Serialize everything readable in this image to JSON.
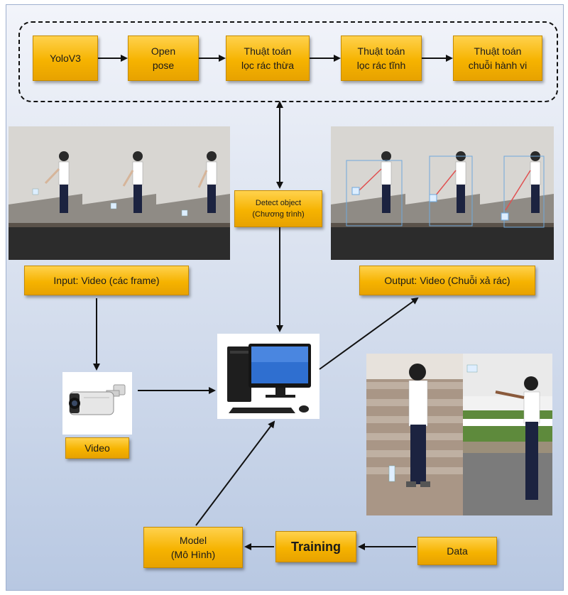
{
  "pipeline": {
    "yolo": "YoloV3",
    "openpose": "Open\npose",
    "filter_extra": "Thuật toán\nlọc rác thừa",
    "filter_static": "Thuật toán\nlọc rác tĩnh",
    "sequence": "Thuật toán\nchuỗi hành vi"
  },
  "detect": "Detect object\n(Chương trình)",
  "input_label": "Input: Video (các frame)",
  "output_label": "Output: Video (Chuỗi xả rác)",
  "video_label": "Video",
  "model_label": "Model\n(Mô Hình)",
  "training_label": "Training",
  "data_label": "Data",
  "colors": {
    "box_fill": "#f6b300",
    "arrow": "#111111",
    "background": "#c9d5ea",
    "bbox": "#6fa8dc"
  },
  "icons": {
    "camera": "cctv-camera-icon",
    "computer": "desktop-computer-icon"
  }
}
